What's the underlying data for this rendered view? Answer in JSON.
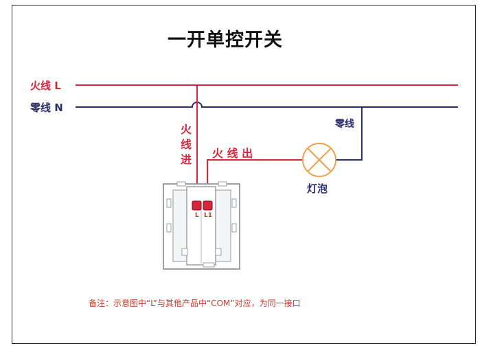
{
  "title": "一开单控开关",
  "labels": {
    "live_line": "火线 L",
    "neutral_line": "零线 N",
    "live_in": [
      "火",
      "线",
      "进"
    ],
    "live_out": "火 线 出",
    "neutral_label": "零线",
    "bulb": "灯泡",
    "terminal_l": "L",
    "terminal_l1": "L1"
  },
  "note": "备注：示意图中“L”与其他产品中“COM”对应，为同一接口",
  "colors": {
    "live": "#d7263d",
    "neutral": "#2b2f6e",
    "switch_body": "#9aa0a6"
  }
}
